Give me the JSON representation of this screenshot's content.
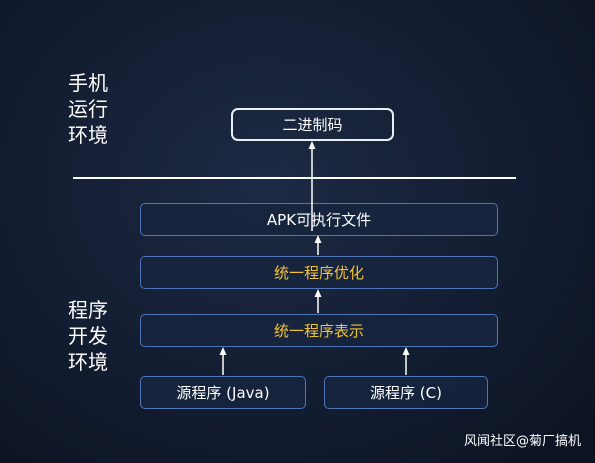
{
  "labels": {
    "runtime": [
      "手机",
      "运行",
      "环境"
    ],
    "dev": [
      "程序",
      "开发",
      "环境"
    ]
  },
  "boxes": {
    "binary": "二进制码",
    "apk": "APK可执行文件",
    "optimize": "统一程序优化",
    "represent": "统一程序表示",
    "source_java": "源程序 (Java)",
    "source_c": "源程序 (C)"
  },
  "watermark": "风闻社区@菊厂搞机",
  "colors": {
    "background": "#131d31",
    "box_border": "#4f76b8",
    "highlight_text": "#f3c234",
    "text": "#ffffff"
  }
}
